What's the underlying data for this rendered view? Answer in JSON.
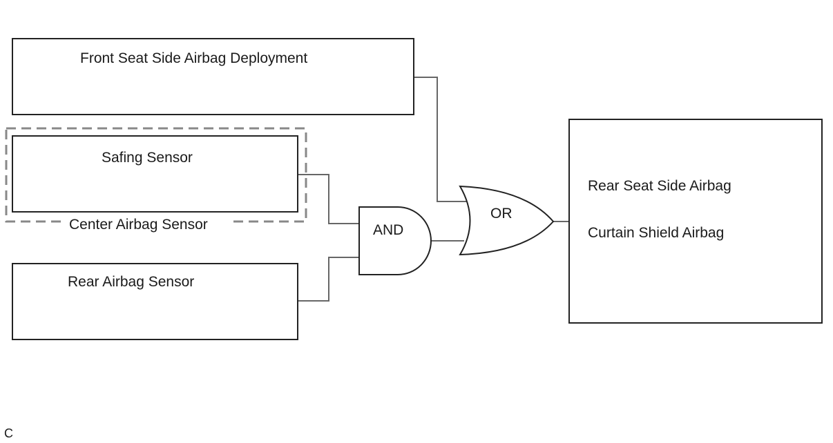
{
  "diagram": {
    "type": "logic-block-diagram",
    "inputs": {
      "front_seat": "Front Seat Side Airbag Deployment",
      "safing_sensor": "Safing Sensor",
      "center_group": "Center Airbag Sensor",
      "rear_sensor": "Rear Airbag Sensor"
    },
    "gates": {
      "and": "AND",
      "or": "OR"
    },
    "output": {
      "line1": "Rear Seat Side Airbag",
      "line2": "Curtain Shield Airbag"
    },
    "connections": [
      {
        "from": "Safing Sensor",
        "to": "AND"
      },
      {
        "from": "Rear Airbag Sensor",
        "to": "AND"
      },
      {
        "from": "Front Seat Side Airbag Deployment",
        "to": "OR"
      },
      {
        "from": "AND",
        "to": "OR"
      },
      {
        "from": "OR",
        "to": "Rear Seat Side Airbag / Curtain Shield Airbag"
      }
    ]
  },
  "figure_ref": "C"
}
